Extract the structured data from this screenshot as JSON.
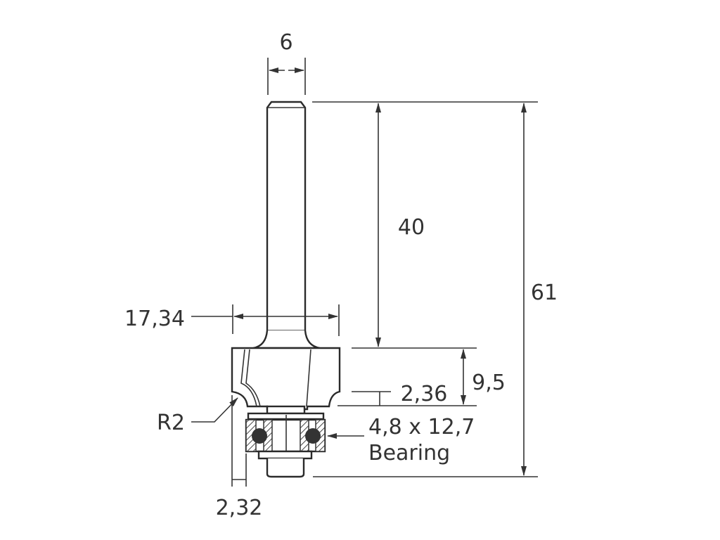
{
  "title": "Rounding-over router bit with bearing",
  "dimensions": {
    "shank_diameter": "6",
    "shank_length": "40",
    "overall_length": "61",
    "cutting_diameter": "17,34",
    "cutting_height": "9,5",
    "step_height": "2,36",
    "radius": "R2",
    "offset": "2,32",
    "bearing_size": "4,8 x 12,7",
    "bearing_label": "Bearing"
  },
  "colors": {
    "line": "#333333",
    "ball": "#333333"
  }
}
